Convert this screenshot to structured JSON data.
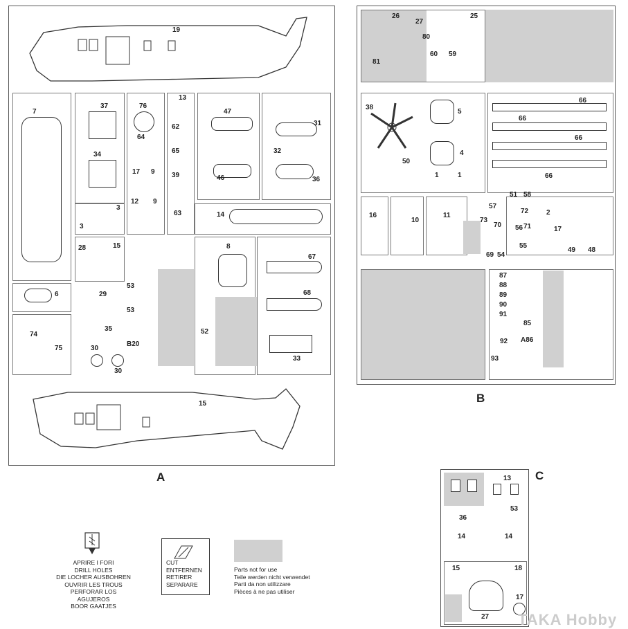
{
  "sprues": {
    "a": {
      "letter": "A",
      "labels": [
        "19",
        "7",
        "37",
        "76",
        "13",
        "47",
        "31",
        "62",
        "34",
        "64",
        "65",
        "32",
        "39",
        "46",
        "36",
        "17",
        "9",
        "12",
        "9",
        "63",
        "3",
        "3",
        "14",
        "28",
        "15",
        "8",
        "67",
        "53",
        "29",
        "68",
        "6",
        "53",
        "74",
        "35",
        "52",
        "75",
        "B20",
        "30",
        "30",
        "33",
        "15"
      ]
    },
    "b": {
      "letter": "B",
      "labels": [
        "26",
        "27",
        "25",
        "80",
        "81",
        "60",
        "59",
        "38",
        "5",
        "66",
        "66",
        "66",
        "4",
        "50",
        "1",
        "1",
        "66",
        "51",
        "58",
        "57",
        "72",
        "2",
        "16",
        "10",
        "11",
        "73",
        "70",
        "56",
        "71",
        "17",
        "55",
        "49",
        "48",
        "69",
        "54",
        "87",
        "88",
        "89",
        "90",
        "91",
        "85",
        "A86",
        "92",
        "93"
      ]
    },
    "c": {
      "letter": "C",
      "labels": [
        "13",
        "53",
        "36",
        "14",
        "14",
        "15",
        "18",
        "17",
        "27"
      ]
    }
  },
  "legend": {
    "drill": {
      "icon": "drill-icon",
      "text": "APRIRE I FORI\nDRILL HOLES\nDIE LOCHER AUSBOHREN\nOUVRIR LES TROUS\nPERFORAR LOS AGUJEROS\nBOOR GAATJES"
    },
    "cut": {
      "icon": "knife-icon",
      "text": "CUT\nENTFERNEN\nRETIRER\nSEPARARE"
    },
    "not_used": {
      "swatch_color": "#d0d0d0",
      "text": "Parts not for use\nTeile werden nicht verwendet\nParti da non utilizzare\nPièces à ne pas utiliser"
    }
  },
  "watermark": "TAKA Hobby"
}
